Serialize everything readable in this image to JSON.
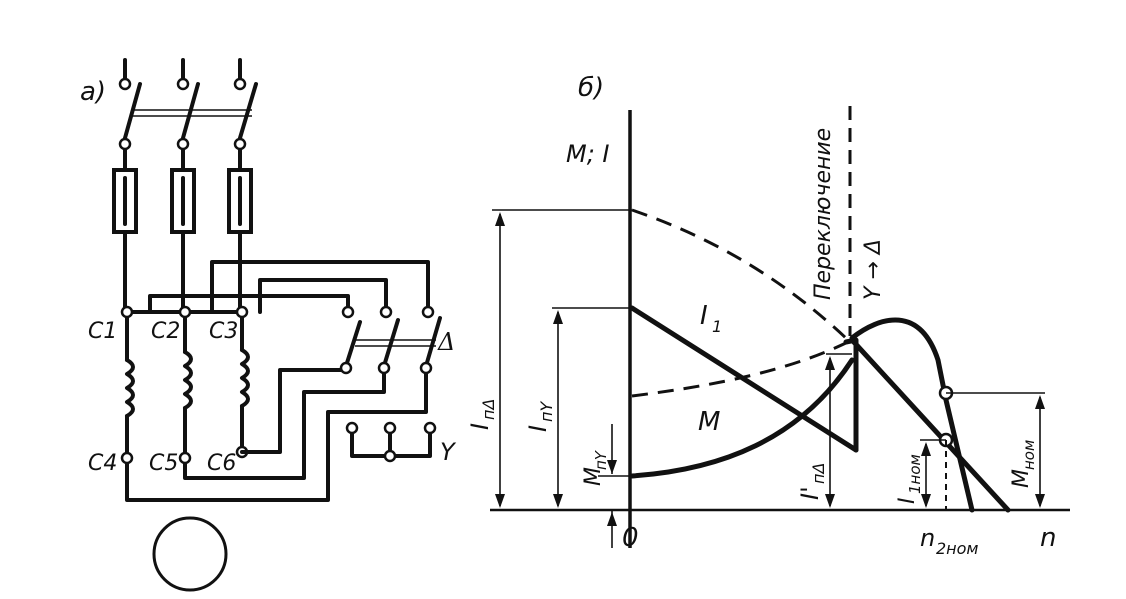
{
  "part_a": {
    "label": "а)",
    "terminals_top": [
      "C1",
      "C2",
      "C3"
    ],
    "terminals_bottom": [
      "C4",
      "C5",
      "C6"
    ],
    "delta_symbol": "Δ",
    "star_symbol": "Y"
  },
  "part_b": {
    "label": "б)",
    "y_axis_label": "M; I",
    "origin_label": "0",
    "x_axis_label": "n",
    "switch_label": "Переключение",
    "switch_direction": "Y → Δ",
    "curve_current_label": "I",
    "curve_current_sub": "1",
    "curve_torque_label": "M",
    "dim_IpDelta": {
      "main": "I",
      "sub": "пΔ"
    },
    "dim_IpY": {
      "main": "I",
      "sub": "пY"
    },
    "dim_MpY": {
      "main": "M",
      "sub": "пY"
    },
    "dim_IpDelta_prime": {
      "main": "I'",
      "sub": "пΔ"
    },
    "dim_I1nom": {
      "main": "I",
      "sub": "1ном"
    },
    "dim_Mnom": {
      "main": "M",
      "sub": "ном"
    },
    "n2nom_label": {
      "main": "n",
      "sub": "2ном"
    }
  }
}
